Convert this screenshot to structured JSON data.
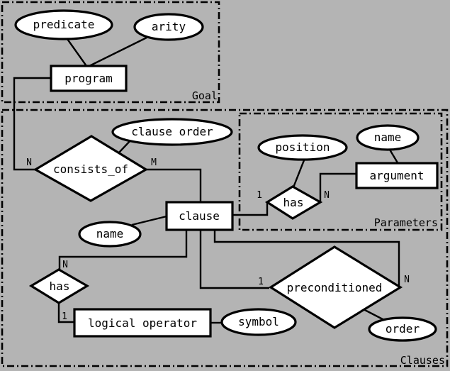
{
  "diagram": {
    "kind": "entity-relationship-diagram",
    "colors": {
      "background": "#b4b4b4",
      "shape_fill": "#ffffff",
      "stroke": "#000000"
    }
  },
  "regions": {
    "goal": {
      "label": "Goal"
    },
    "clauses": {
      "label": "Clauses"
    },
    "parameters": {
      "label": "Parameters"
    }
  },
  "entities": {
    "program": {
      "label": "program"
    },
    "clause": {
      "label": "clause"
    },
    "argument": {
      "label": "argument"
    },
    "logical_operator": {
      "label": "logical operator"
    }
  },
  "relationships": {
    "consists_of": {
      "label": "consists_of",
      "card_left": "N",
      "card_right": "M"
    },
    "param_has": {
      "label": "has",
      "card_left": "1",
      "card_right": "N"
    },
    "clause_has": {
      "label": "has",
      "card_top": "N",
      "card_bottom": "1"
    },
    "preconditioned": {
      "label": "preconditioned",
      "card_left": "1",
      "card_right": "N"
    }
  },
  "attributes": {
    "predicate": {
      "label": "predicate"
    },
    "arity": {
      "label": "arity"
    },
    "clause_order": {
      "label": "clause order"
    },
    "clause_name": {
      "label": "name"
    },
    "position": {
      "label": "position"
    },
    "argument_name": {
      "label": "name"
    },
    "symbol": {
      "label": "symbol"
    },
    "order": {
      "label": "order"
    }
  }
}
